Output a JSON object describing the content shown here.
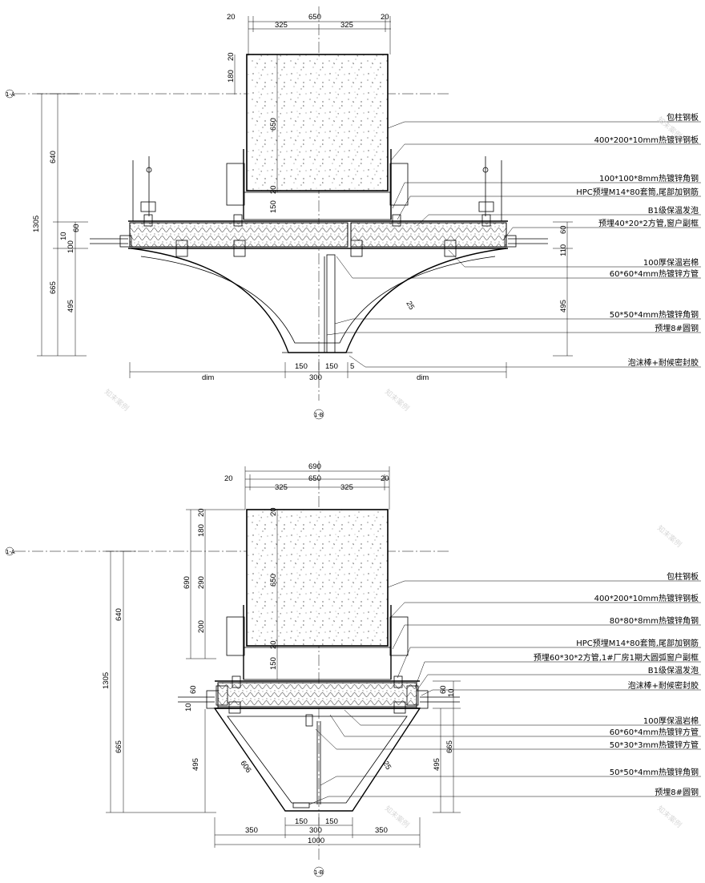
{
  "detail_1": {
    "axis_a": "1-A",
    "axis_b": "1-B",
    "dims_top": [
      "20",
      "650",
      "20",
      "325",
      "325"
    ],
    "dims_left": [
      "1305",
      "640",
      "665",
      "10",
      "100",
      "60",
      "495"
    ],
    "dims_column": [
      "20",
      "180",
      "650",
      "20",
      "150"
    ],
    "dims_right": [
      "60",
      "110",
      "495"
    ],
    "dims_bottom": [
      "dim",
      "150",
      "150",
      "300",
      "5",
      "dim"
    ],
    "angle_label": "25",
    "labels": [
      "包柱钢板",
      "400*200*10mm热镀锌钢板",
      "100*100*8mm热镀锌角钢",
      "HPC预埋M14*80套筒,尾部加钢筋",
      "B1级保温发泡",
      "预埋40*20*2方管,窗户副框",
      "100厚保温岩棉",
      "60*60*4mm热镀锌方管",
      "50*50*4mm热镀锌角钢",
      "预埋8#圆钢",
      "泡沫棒+耐候密封胶"
    ]
  },
  "detail_2": {
    "axis_a": "1-A",
    "axis_b": "1-B",
    "dims_top": [
      "690",
      "20",
      "650",
      "20",
      "325",
      "325"
    ],
    "dims_left": [
      "1305",
      "640",
      "665",
      "690",
      "180",
      "290",
      "200",
      "20",
      "60",
      "10",
      "495"
    ],
    "dims_column": [
      "20",
      "650",
      "20",
      "150"
    ],
    "dims_right": [
      "60",
      "10",
      "495",
      "665"
    ],
    "dims_bottom": [
      "350",
      "150",
      "300",
      "150",
      "350",
      "1000"
    ],
    "slope_label": "606",
    "angle_label": "25",
    "labels": [
      "包柱钢板",
      "400*200*10mm热镀锌钢板",
      "80*80*8mm热镀锌角钢",
      "HPC预埋M14*80套筒,尾部加钢筋",
      "预埋60*30*2方管,1#厂房1期大圆弧窗户副框",
      "B1级保温发泡",
      "泡沫棒+耐候密封胶",
      "100厚保温岩棉",
      "60*60*4mm热镀锌方管",
      "50*30*3mm热镀锌方管",
      "50*50*4mm热镀锌角钢",
      "预埋8#圆钢"
    ]
  },
  "watermark": "知末案例"
}
